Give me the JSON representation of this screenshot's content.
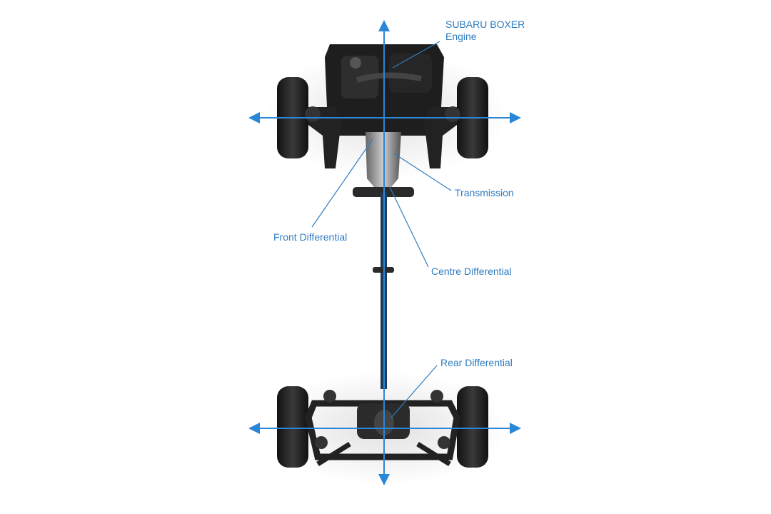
{
  "labels": {
    "engine_line1": "SUBARU BOXER",
    "engine_line2": "Engine",
    "transmission": "Transmission",
    "front_differential": "Front Differential",
    "centre_differential": "Centre Differential",
    "rear_differential": "Rear Differential"
  },
  "colors": {
    "accent": "#2f7cc0",
    "axis": "#2a86d6",
    "chassis": "#1c1c1c"
  }
}
